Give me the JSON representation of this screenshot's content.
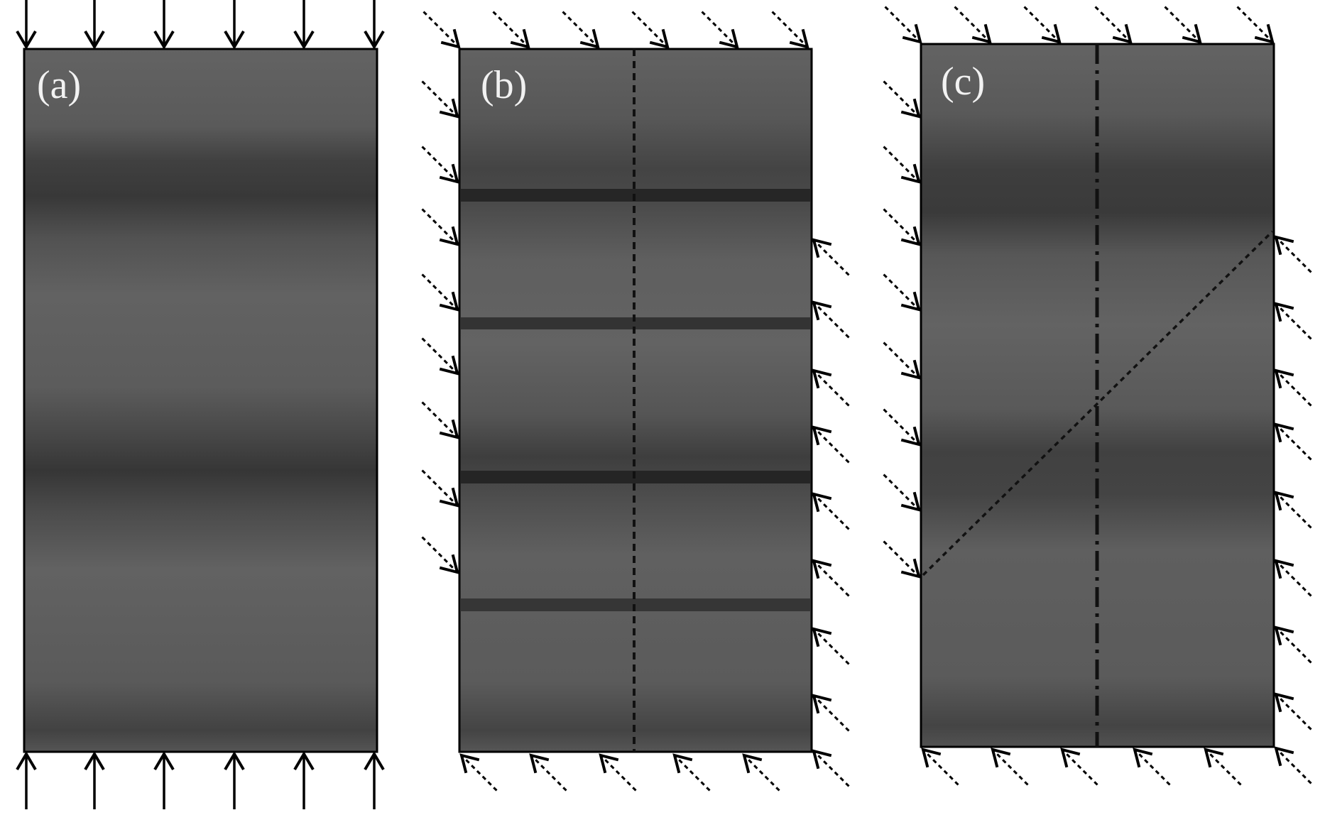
{
  "panels": [
    {
      "label": "(a)",
      "loading": "vertical",
      "center_line": "none",
      "diagonal": false
    },
    {
      "label": "(b)",
      "loading": "inclined",
      "center_line": "dashed",
      "diagonal": false
    },
    {
      "label": "(c)",
      "loading": "inclined",
      "center_line": "dash-dot",
      "diagonal": true
    }
  ],
  "colors": {
    "background": "#ffffff",
    "block_base": "#5e5e5e",
    "block_dark": "#3a3a3a",
    "block_darkest": "#242424",
    "outline": "#000000",
    "label": "#f2f2f2"
  }
}
